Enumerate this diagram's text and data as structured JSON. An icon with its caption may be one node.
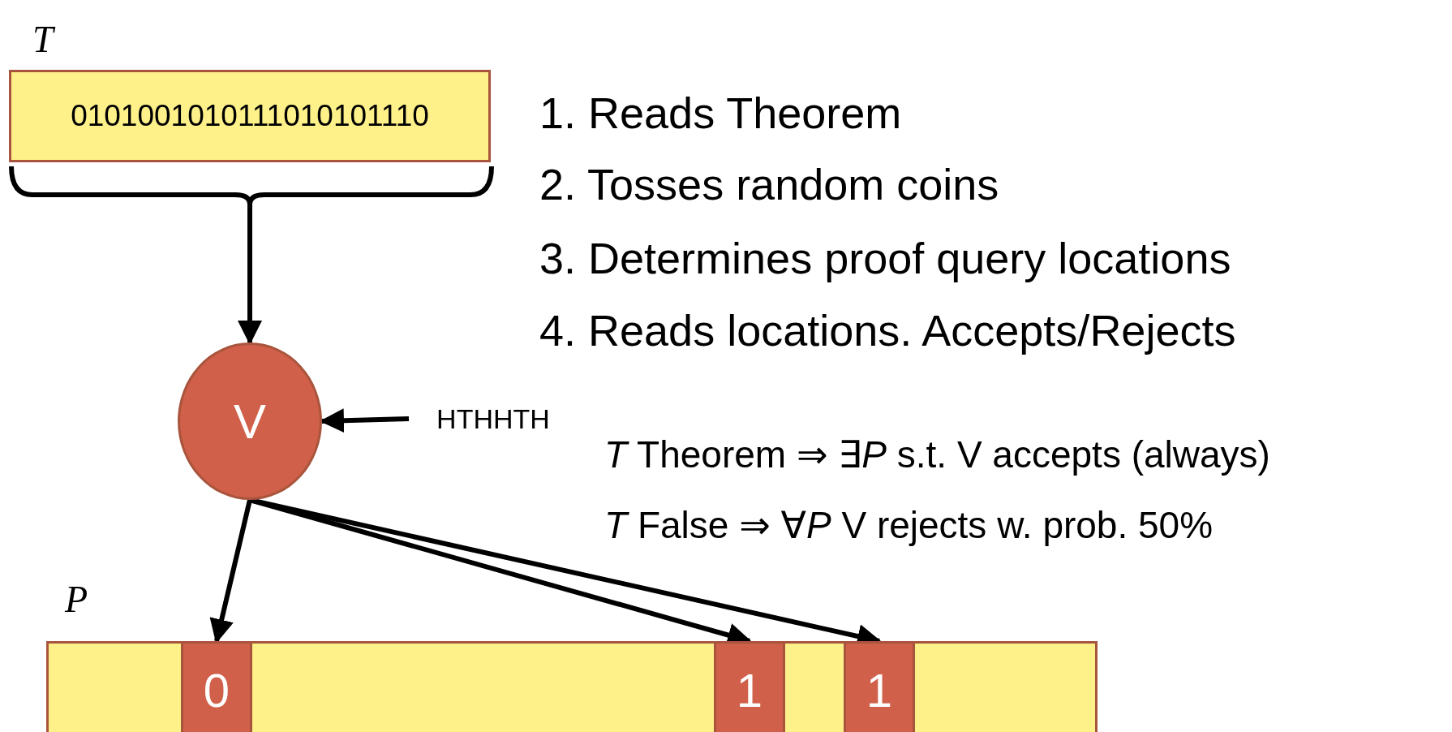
{
  "diagram": {
    "nodes": [
      {
        "text": [
          "0101001010111010101110"
        ],
        "beside": [
          "T"
        ]
      },
      {
        "text": [
          "V"
        ]
      },
      {
        "text": [
          "HTHHTH"
        ]
      },
      {
        "text": [],
        "shape": "bar",
        "beside": [
          "P"
        ]
      },
      {
        "text": [
          "0"
        ],
        "in": 3
      },
      {
        "text": [
          "1"
        ],
        "in": 3
      },
      {
        "text": [
          "1"
        ],
        "in": 3
      }
    ],
    "edges": [
      {
        "from": 0,
        "to": 1,
        "arrow": "to"
      },
      {
        "from": 2,
        "to": 1,
        "arrow": "to"
      },
      {
        "from": 1,
        "to": 4,
        "arrow": "to"
      },
      {
        "from": 1,
        "to": 5,
        "arrow": "to"
      },
      {
        "from": 1,
        "to": 6,
        "arrow": "to"
      }
    ],
    "labels": [
      "1. Reads Theorem",
      "2. Tosses random coins",
      "3. Determines proof query locations",
      "4. Reads locations. Accepts/Rejects",
      "*T* Theorem ⇒ ∃*P* s.t. V accepts (always)",
      "*T* False ⇒ ∀*P* V rejects w. prob. 50%"
    ]
  }
}
